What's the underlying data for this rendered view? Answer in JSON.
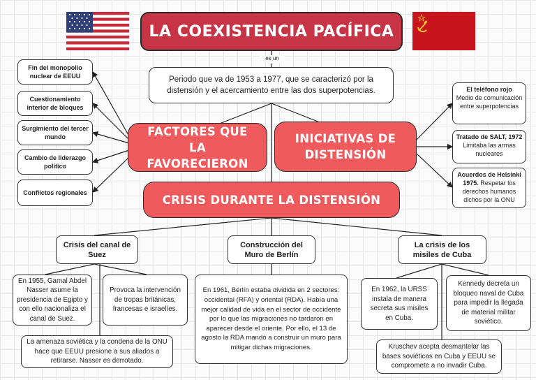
{
  "title": "LA COEXISTENCIA PACÍFICA",
  "es_un": "es un",
  "definition": "Periodo que va de 1953 a 1977, que se caracterizó por la distensión y el acercamiento entre las dos superpotencias.",
  "factores": {
    "label": "FACTORES QUE LA FAVORECIERON",
    "items": [
      "Fin del monopolio nuclear de EEUU",
      "Cuestionamiento interior de bloques",
      "Surgimiento del tercer mundo",
      "Cambio de liderazgo político",
      "Conflictos regionales"
    ]
  },
  "iniciativas": {
    "label": "INICIATIVAS DE DISTENSIÓN",
    "items": [
      {
        "title": "El teléfono rojo",
        "text": "Medio de comunicación entre superpotencias"
      },
      {
        "title": "Tratado de SALT, 1972",
        "text": "Limitaba las armas nucleares"
      },
      {
        "title": "Acuerdos de Helsinki 1975.",
        "text": "Respetar los derechos humanos dichos por la ONU"
      }
    ]
  },
  "crisis": {
    "label": "CRISIS DURANTE LA DISTENSIÓN",
    "suez": {
      "title": "Crisis del canal de Suez",
      "a": "En 1955, Gamal Abdel Nasser asume la presidencia de Egipto y con ello nacionaliza el canal de Suez.",
      "b": "Provoca la intervención de tropas británicas, francesas e israelíes.",
      "c": "La amenaza soviética y la condena de la ONU hace que EEUU presione a sus aliados a retirarse. Nasser es derrotado."
    },
    "berlin": {
      "title": "Construcción del Muro de Berlín",
      "a": "En 1961, Berlín estaba dividida en 2 sectores: occidental (RFA) y oriental (RDA). Había una mejor calidad de vida en el sector de occidente por lo que las migraciones no tardaron en aparecer desde el oriente. Por ello, el 13 de agosto la RDA mandó a construir un muro para mitigar dichas migraciones."
    },
    "cuba": {
      "title": "La crisis de los misiles de Cuba",
      "a": "En 1962, la URSS instala de manera secreta sus misiles en Cuba.",
      "b": "Kennedy decreta un bloqueo naval de Cuba para impedir la llegada de material militar soviético.",
      "c": "Kruschev acepta desmantelar las bases soviéticas en Cuba y EEUU se compromete a no invadir Cuba."
    }
  },
  "colors": {
    "title_bg": "#c73446",
    "red_box": "#ef5a5d",
    "border": "#2b2b2b"
  },
  "icons": [
    "usa-flag-icon",
    "ussr-flag-icon"
  ]
}
